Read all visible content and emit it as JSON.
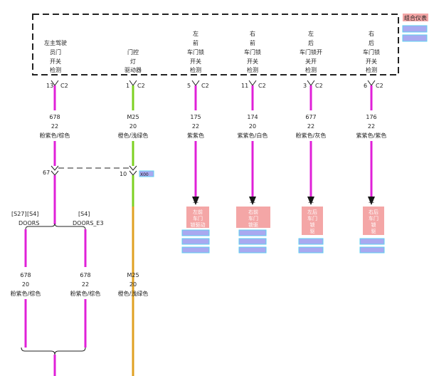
{
  "module_box": {
    "title_button": "组合仪表",
    "col1": [
      "左主驾驶",
      "员门",
      "开关",
      "检测"
    ],
    "col2": [
      "门控",
      "灯",
      "驱动器"
    ],
    "col3": [
      "左",
      "前",
      "车门锁",
      "开关",
      "检测"
    ],
    "col4": [
      "右",
      "前",
      "车门锁",
      "开关",
      "检测"
    ],
    "col5": [
      "左",
      "后",
      "车门锁开",
      "关开",
      "检测"
    ],
    "col6": [
      "右",
      "后",
      "车门锁",
      "开关",
      "检测"
    ]
  },
  "pins": [
    {
      "num": "13",
      "conn": "C2"
    },
    {
      "num": "1",
      "conn": "C2"
    },
    {
      "num": "5",
      "conn": "C2"
    },
    {
      "num": "11",
      "conn": "C2"
    },
    {
      "num": "3",
      "conn": "C2"
    },
    {
      "num": "6",
      "conn": "C2"
    }
  ],
  "wires": [
    {
      "code": "678",
      "gauge": "22",
      "color_text": "粉紫色/棕色",
      "hex": "#e020d8"
    },
    {
      "code": "M25",
      "gauge": "20",
      "color_text": "橙色/浅绿色",
      "hex": "#7cd020"
    },
    {
      "code": "175",
      "gauge": "22",
      "color_text": "紫紫色",
      "hex": "#e020d8"
    },
    {
      "code": "174",
      "gauge": "20",
      "color_text": "紫紫色/白色",
      "hex": "#e020d8"
    },
    {
      "code": "677",
      "gauge": "22",
      "color_text": "粉紫色/灰色",
      "hex": "#e020d8"
    },
    {
      "code": "176",
      "gauge": "22",
      "color_text": "紫紫色/紫色",
      "hex": "#e020d8"
    }
  ],
  "splices": {
    "s1": "67",
    "s2": "10",
    "s2_tag": "X00"
  },
  "branch_labels": {
    "left": [
      "[S27]",
      "[S4]",
      "DOORS"
    ],
    "right": [
      "[S4]",
      "DOORS_E3"
    ]
  },
  "lower_wires": [
    {
      "code": "678",
      "gauge": "20",
      "color_text": "粉紫色/棕色"
    },
    {
      "code": "678",
      "gauge": "22",
      "color_text": "粉紫色/棕色"
    },
    {
      "code": "M25",
      "gauge": "20",
      "color_text": "橙色/浅绿色"
    }
  ],
  "targets": [
    {
      "head": "至",
      "lines": [
        "左前",
        "车门",
        "锁驱动"
      ]
    },
    {
      "head": "至",
      "lines": [
        "右前",
        "车门",
        "锁驱"
      ]
    },
    {
      "head": "至",
      "lines": [
        "左后",
        "车门",
        "锁",
        "驱"
      ]
    },
    {
      "head": "至",
      "lines": [
        "右后",
        "车门",
        "锁",
        "驱"
      ]
    }
  ],
  "colors": {
    "magenta": "#e020d8",
    "green": "#7cd020",
    "orange": "#e0a020",
    "target_fill": "#f4a6a6",
    "tag_fill": "#a9a9f0",
    "tag_border": "#5fd0f0"
  }
}
